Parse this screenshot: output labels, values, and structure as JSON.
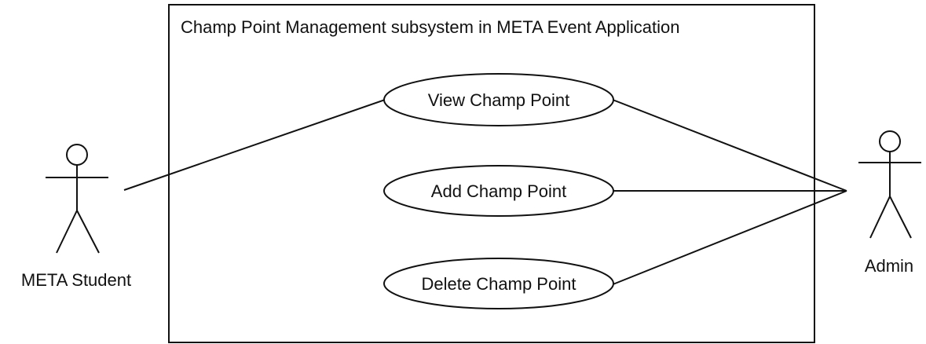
{
  "system": {
    "title": "Champ Point Management subsystem in META Event Application"
  },
  "actors": {
    "student": {
      "label": "META Student"
    },
    "admin": {
      "label": "Admin"
    }
  },
  "use_cases": {
    "view": {
      "label": "View Champ Point"
    },
    "add": {
      "label": "Add Champ Point"
    },
    "delete": {
      "label": "Delete Champ Point"
    }
  },
  "associations": [
    {
      "from": "META Student",
      "to": "View Champ Point"
    },
    {
      "from": "Admin",
      "to": "View Champ Point"
    },
    {
      "from": "Admin",
      "to": "Add Champ Point"
    },
    {
      "from": "Admin",
      "to": "Delete Champ Point"
    }
  ]
}
